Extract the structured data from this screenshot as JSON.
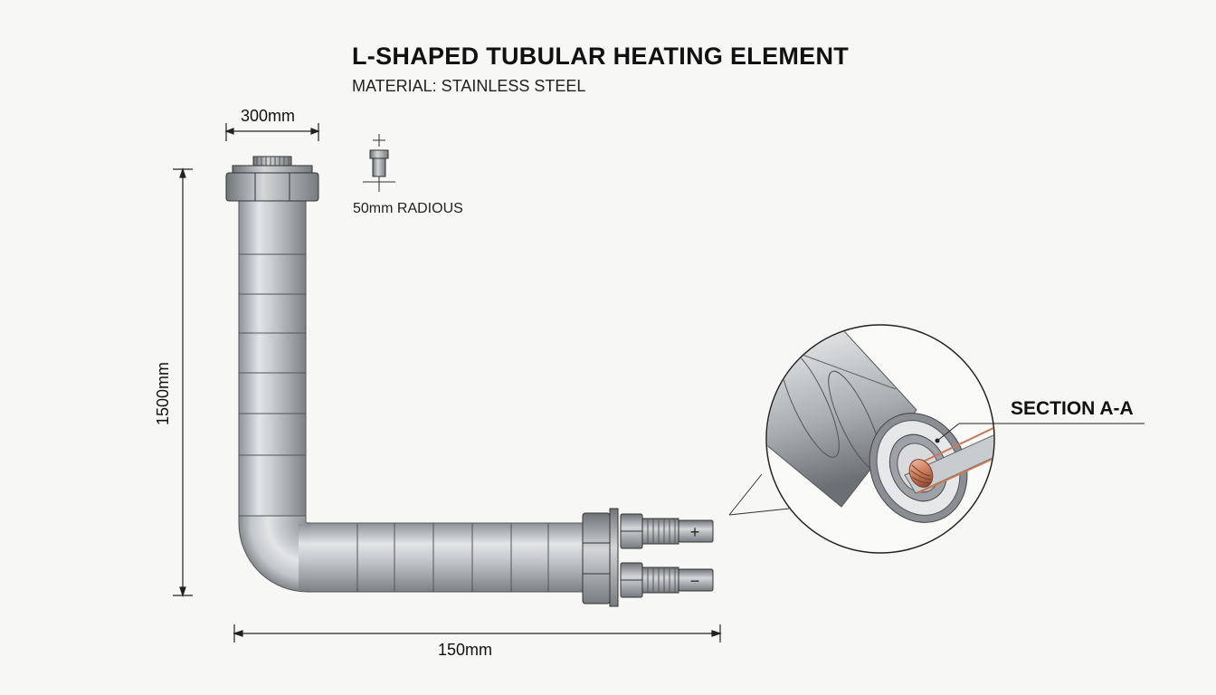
{
  "title": "L-SHAPED TUBULAR HEATING ELEMENT",
  "subtitle": "MATERIAL: STAINLESS STEEL",
  "dimensions": {
    "top_width": "300mm",
    "radius": "50mm RADIOUS",
    "vertical_length": "1500mm",
    "horizontal_length": "150mm"
  },
  "section_label": "SECTION A-A",
  "terminals": {
    "positive": "+",
    "negative": "−"
  },
  "colors": {
    "steel": "#b9bcbf",
    "copper_coil": "#c97a5a",
    "line": "#222222"
  }
}
